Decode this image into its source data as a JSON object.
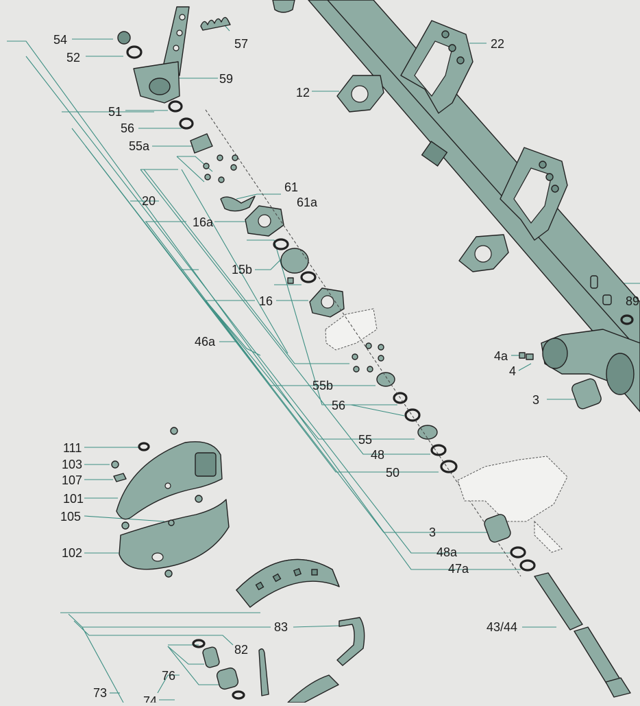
{
  "diagram": {
    "labels": [
      "54",
      "52",
      "57",
      "59",
      "51",
      "56",
      "55a",
      "61",
      "61a",
      "20",
      "16a",
      "15b",
      "16",
      "46a",
      "55b",
      "56",
      "55",
      "48",
      "50",
      "3",
      "48a",
      "47a",
      "43/44",
      "12",
      "22",
      "89",
      "4a",
      "4",
      "3",
      "111",
      "103",
      "107",
      "101",
      "105",
      "102",
      "83",
      "82",
      "76",
      "73",
      "74"
    ]
  },
  "colors": {
    "part": "#8eaca3",
    "leader": "#3d8f83",
    "background": "#e7e7e5"
  }
}
